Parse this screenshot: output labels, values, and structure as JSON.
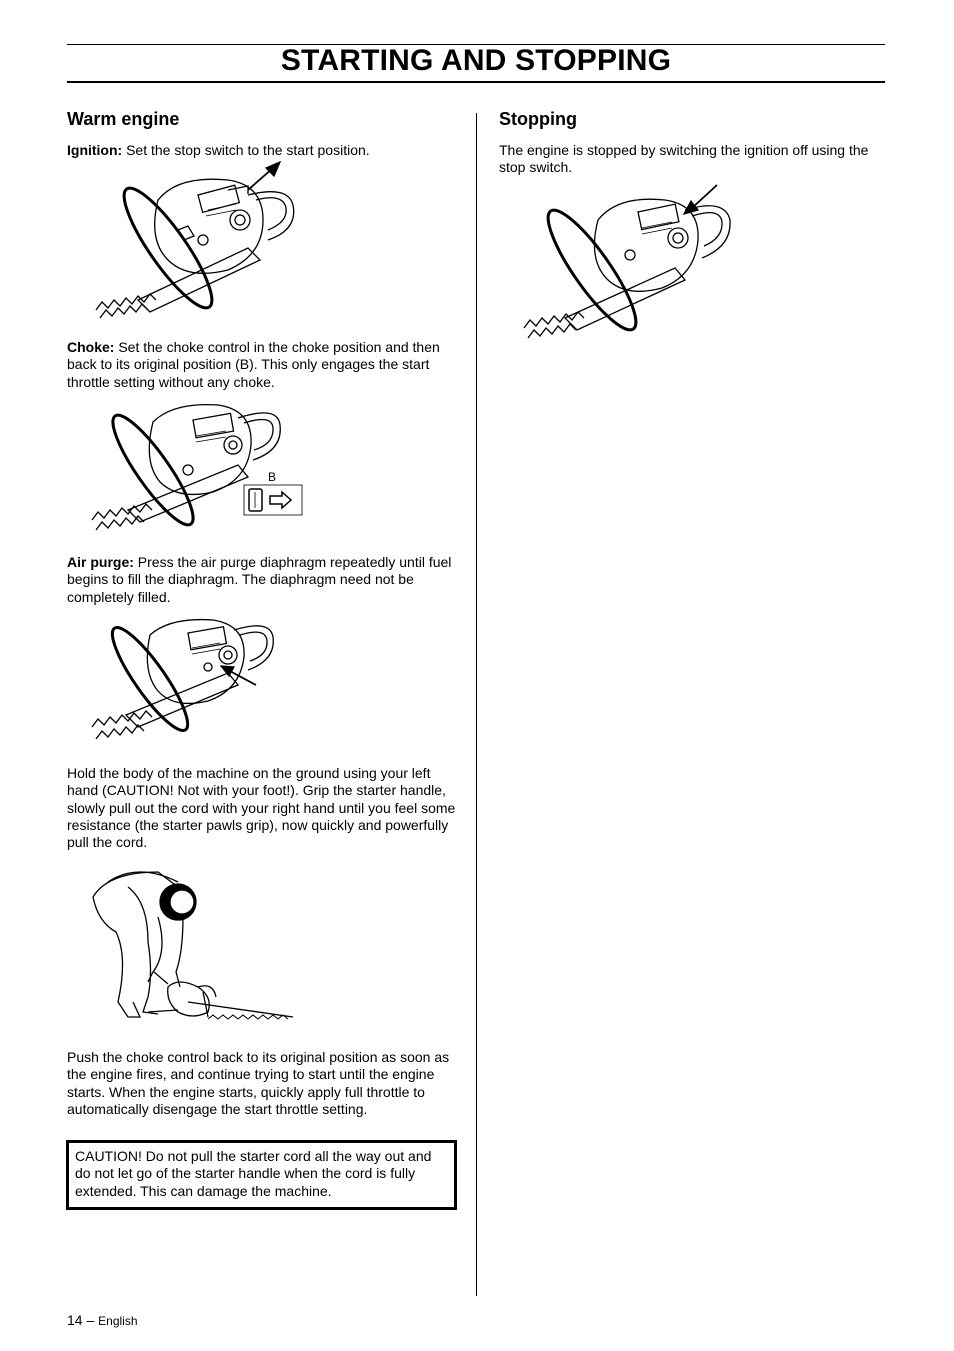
{
  "header": {
    "title": "STARTING AND STOPPING"
  },
  "left": {
    "heading": "Warm engine",
    "ignition": {
      "label": "Ignition:",
      "text": " Set the stop switch to the start position."
    },
    "choke": {
      "label": "Choke:",
      "text": " Set the choke control in the choke position and then back to its original position (B). This only engages the start throttle setting without any choke."
    },
    "choke_figure_label": "B",
    "air_purge": {
      "label": "Air purge:",
      "text": " Press the air purge diaphragm repeatedly until fuel begins to fill the diaphragm. The diaphragm need not be completely filled."
    },
    "starting_text": "Hold the body of the machine on the ground using your left hand (CAUTION! Not with your foot!). Grip the starter handle, slowly pull out the cord with your right hand until you feel some resistance (the starter pawls grip), now quickly and powerfully pull the cord.",
    "push_text": "Push the choke control back to its original position as soon as the engine fires, and continue trying to start until the engine starts. When the engine starts, quickly apply full throttle to automatically disengage the start throttle setting.",
    "caution": "CAUTION! Do not pull the starter cord all the way out and do not let go of the starter handle when the cord is fully extended. This can damage the machine."
  },
  "right": {
    "heading": "Stopping",
    "text": "The engine is stopped by switching the ignition off using the stop switch."
  },
  "footer": {
    "page": "14 –",
    "language": "English"
  }
}
